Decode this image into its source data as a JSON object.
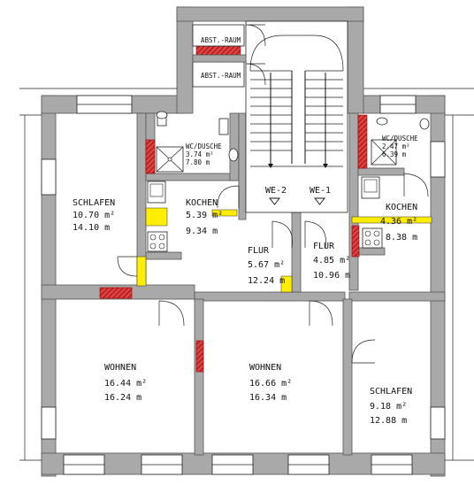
{
  "rooms": {
    "schlafen_left": {
      "name": "SCHLAFEN",
      "area": "10.70 m²",
      "perimeter": "14.10 m"
    },
    "kochen_left": {
      "name": "KOCHEN",
      "area": "5.39 m²",
      "perimeter": "9.34 m"
    },
    "wc_left": {
      "name": "WC/DUSCHE",
      "area": "3.74 m²",
      "perimeter": "7.80 m"
    },
    "flur_left": {
      "name": "FLUR",
      "area": "5.67 m²",
      "perimeter": "12.24 m"
    },
    "flur_right": {
      "name": "FLUR",
      "area": "4.85 m²",
      "perimeter": "10.96 m"
    },
    "kochen_right": {
      "name": "KOCHEN",
      "area": "4.36 m²",
      "perimeter": "8.38 m"
    },
    "wc_right": {
      "name": "WC/DUSCHE",
      "area": "2.47 m²",
      "perimeter": "6.39 m"
    },
    "wohnen_left": {
      "name": "WOHNEN",
      "area": "16.44 m²",
      "perimeter": "16.24 m"
    },
    "wohnen_mid": {
      "name": "WOHNEN",
      "area": "16.66 m²",
      "perimeter": "16.34 m"
    },
    "schlafen_right": {
      "name": "SCHLAFEN",
      "area": "9.18 m²",
      "perimeter": "12.88 m"
    }
  },
  "storage": {
    "upper": "ABST.-RAUM",
    "lower": "ABST.-RAUM"
  },
  "units": {
    "left": "WE-2",
    "right": "WE-1"
  },
  "colors": {
    "wall": "#a9a9a9",
    "hatch": "#d40000",
    "yellow": "#ffee00"
  }
}
